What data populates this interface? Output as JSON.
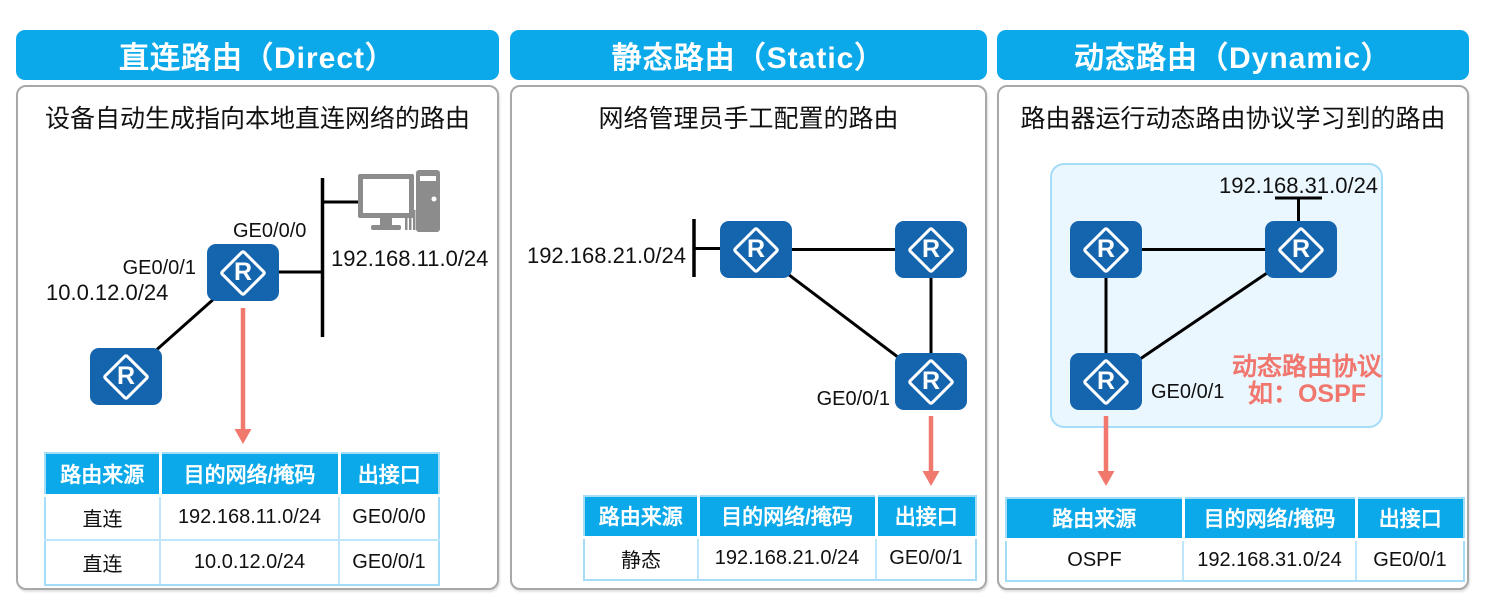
{
  "colors": {
    "header_blue": "#0BA9E9",
    "router_blue": "#1565AE",
    "arrow_red": "#F0786C",
    "note_red": "#F0766E",
    "table_border_blue": "#A5DCF8",
    "panel_border_gray": "#A8A8A8",
    "pc_gray": "#8C8C8C",
    "topology_box_fill": "#EBF7FE",
    "line_black": "#000000"
  },
  "icons": {
    "router_letter": "R"
  },
  "panels": [
    {
      "id": "direct",
      "title": "直连路由（Direct）",
      "description": "设备自动生成指向本地直连网络的路由",
      "topology": {
        "interface_top": "GE0/0/0",
        "interface_left": "GE0/0/1",
        "network_left": "10.0.12.0/24",
        "network_right": "192.168.11.0/24"
      },
      "table": {
        "headers": [
          "路由来源",
          "目的网络/掩码",
          "出接口"
        ],
        "rows": [
          [
            "直连",
            "192.168.11.0/24",
            "GE0/0/0"
          ],
          [
            "直连",
            "10.0.12.0/24",
            "GE0/0/1"
          ]
        ]
      }
    },
    {
      "id": "static",
      "title": "静态路由（Static）",
      "description": "网络管理员手工配置的路由",
      "topology": {
        "network_left": "192.168.21.0/24",
        "interface_label": "GE0/0/1"
      },
      "table": {
        "headers": [
          "路由来源",
          "目的网络/掩码",
          "出接口"
        ],
        "rows": [
          [
            "静态",
            "192.168.21.0/24",
            "GE0/0/1"
          ]
        ]
      }
    },
    {
      "id": "dynamic",
      "title": "动态路由（Dynamic）",
      "description": "路由器运行动态路由协议学习到的路由",
      "topology": {
        "network_top": "192.168.31.0/24",
        "interface_label": "GE0/0/1",
        "note_line1": "动态路由协议",
        "note_line2": "如：OSPF"
      },
      "table": {
        "headers": [
          "路由来源",
          "目的网络/掩码",
          "出接口"
        ],
        "rows": [
          [
            "OSPF",
            "192.168.31.0/24",
            "GE0/0/1"
          ]
        ]
      }
    }
  ]
}
